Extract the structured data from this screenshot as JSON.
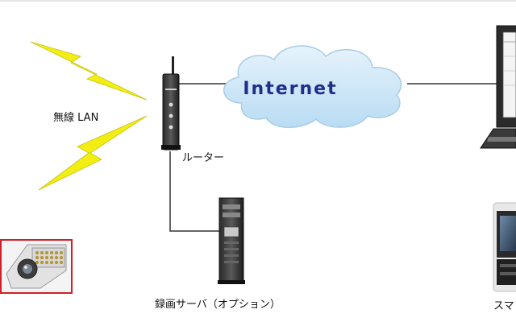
{
  "labels": {
    "wireless": "無線 LAN",
    "router": "ルーター",
    "internet": "Internet",
    "server": "録画サーバ（オプション）",
    "smartphone": "スマ"
  },
  "colors": {
    "lightning": "#f2ee14",
    "cloud": "#c8e4f6",
    "cloud_outline": "#a9cde6",
    "internet_text": "#1f2f8a",
    "line": "#333333",
    "camera_frame": "#d11f2a"
  },
  "icons": [
    "lightning-bolt-icon",
    "router-icon",
    "cloud-icon",
    "laptop-icon",
    "server-tower-icon",
    "camera-icon",
    "smartphone-icon"
  ]
}
